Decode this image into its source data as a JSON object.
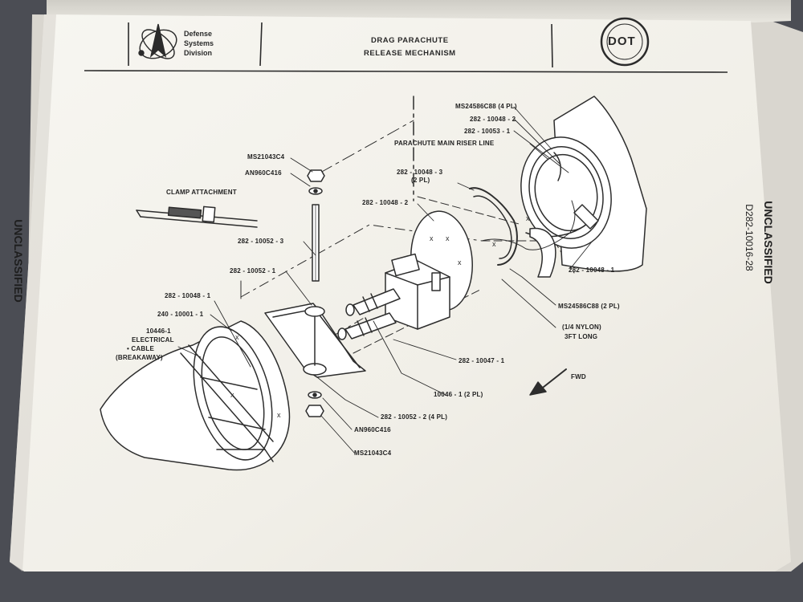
{
  "header": {
    "org_line1": "Defense",
    "org_line2": "Systems",
    "org_line3": "Division",
    "title_line1": "DRAG  PARACHUTE",
    "title_line2": "RELEASE MECHANISM",
    "right_logo": "DOT"
  },
  "margin": {
    "left_marking": "UNCLASSIFIED",
    "right_marking": "UNCLASSIFIED",
    "doc_number": "D282-10016-28"
  },
  "labels": {
    "clamp_attachment": "CLAMP ATTACHMENT",
    "ms21043c4_top": "MS21043C4",
    "an960c416_top": "AN960C416",
    "p282_10052_3": "282 - 10052 - 3",
    "p282_10052_1": "282 - 10052 - 1",
    "p282_10048_1_left": "282 - 10048 - 1",
    "p240_10001_1": "240 - 10001 - 1",
    "cable_line1": "10446-1",
    "cable_line2": "ELECTRICAL",
    "cable_line3": "•   CABLE",
    "cable_line4": "(BREAKAWAY)",
    "ms24586c88_4pl": "MS24586C88 (4 PL)",
    "p282_10048_2_top": "282 - 10048 - 2",
    "p282_10053_1": "282 - 10053 - 1",
    "riser_line": "PARACHUTE MAIN RISER LINE",
    "p282_10048_3_a": "282 - 10048 - 3",
    "p282_10048_3_b": "(2 PL)",
    "p282_10048_2_mid": "282 - 10048 - 2",
    "p282_10048_1_right": "282 - 10048 - 1",
    "ms24586c88_2pl": "MS24586C88 (2 PL)",
    "nylon_a": "(1/4 NYLON)",
    "nylon_b": "3FT LONG",
    "p282_10047_1": "282 - 10047 - 1",
    "p10046_1": "10046 - 1  (2 PL)",
    "p282_10052_2": "282 - 10052 - 2  (4 PL)",
    "an960c416_bottom": "AN960C416",
    "ms21043c4_bottom": "MS21043C4",
    "fwd": "FWD"
  },
  "colors": {
    "paper": "#f4f2ec",
    "ink": "#2b2b2b",
    "background": "#4a4c52"
  }
}
